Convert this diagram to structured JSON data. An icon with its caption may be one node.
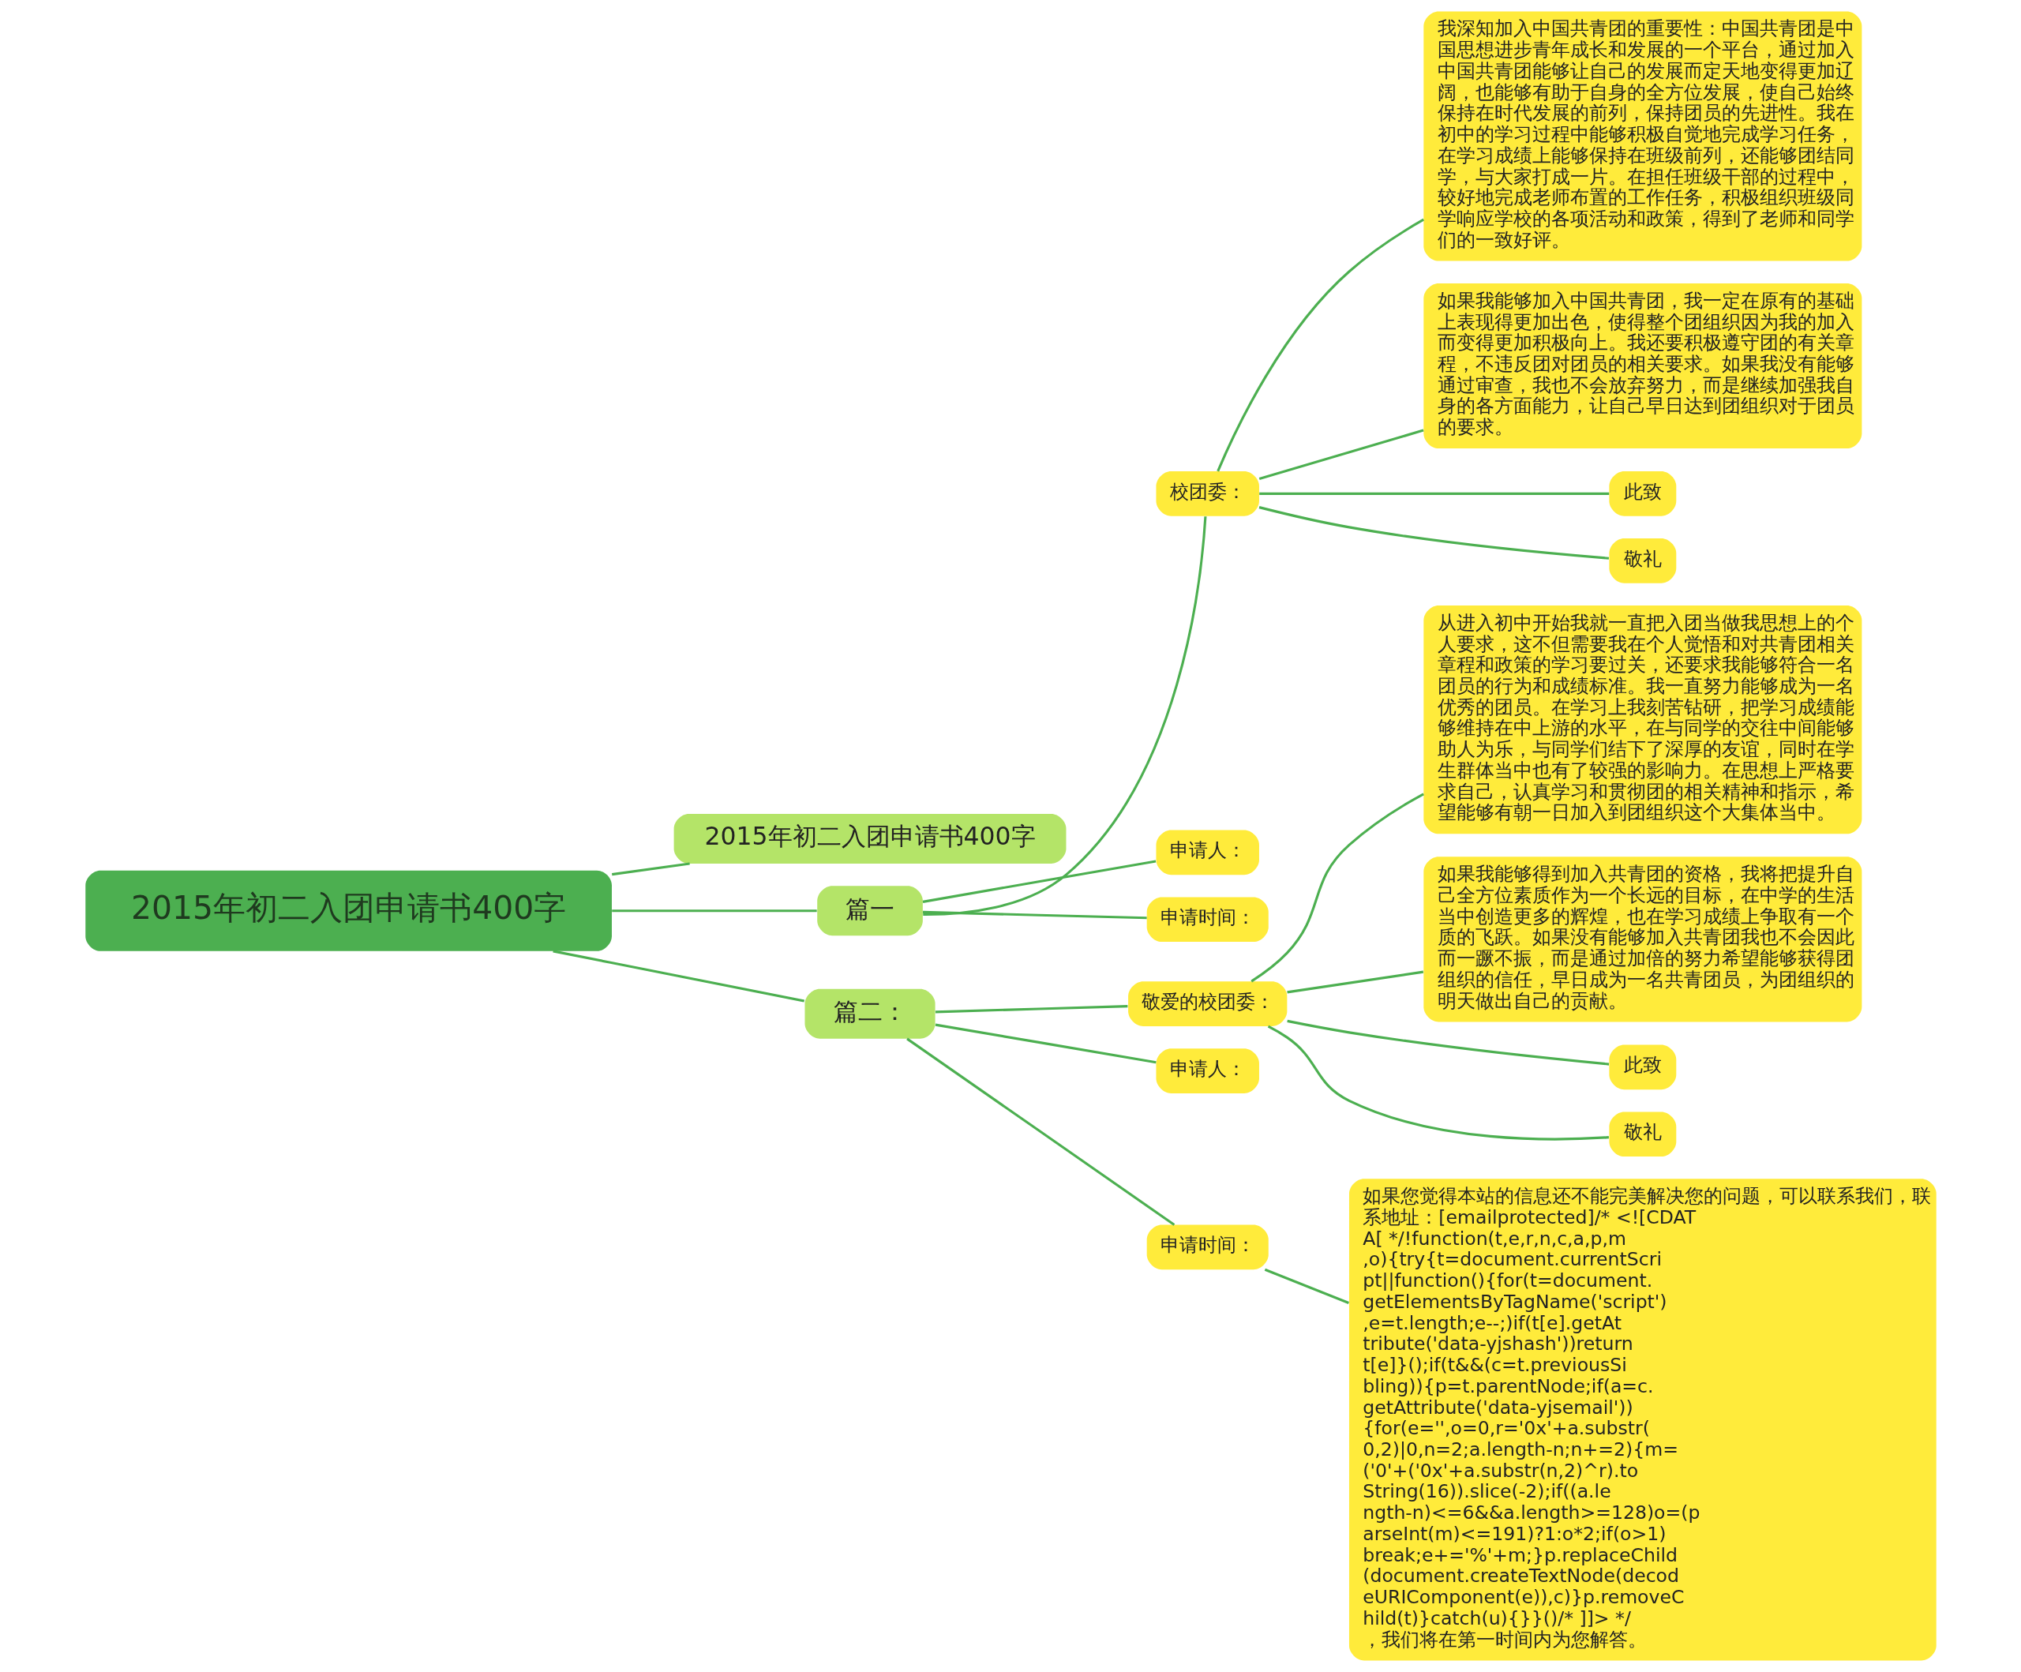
{
  "diagram": {
    "nodes": [
      {
        "text": [
          "2015年初二入团申请书400字"
        ]
      },
      {
        "text": [
          "2015年初二入团申请书400字"
        ]
      },
      {
        "text": [
          "篇一"
        ]
      },
      {
        "text": [
          "校团委："
        ]
      },
      {
        "text": [
          "我深知加入中国共青团的重要性：中国共青团是中国思想进步青年成长和发展的一个平台，通过加入中国共青团能够让自己的发展而定天地变得更加辽阔，也能够有助于自身的全方位发展，使自己始终保持在时代发展的前列，保持团员的先进性。我在初中的学习过程中能够积极自觉地完成学习任务，在学习成绩上能够保持在班级前列，还能够团结同学，与大家打成一片。在担任班级干部的过程中，较好地完成老师布置的工作任务，积极组织班级同学响应学校的各项活动和政策，得到了老师和同学们的一致好评。"
        ]
      },
      {
        "text": [
          "如果我能够加入中国共青团，我一定在原有的基础上表现得更加出色，使得整个团组织因为我的加入而变得更加积极向上。我还要积极遵守团的有关章程，不违反团对团员的相关要求。如果我没有能够通过审查，我也不会放弃努力，而是继续加强我自身的各方面能力，让自己早日达到团组织对于团员的要求。"
        ]
      },
      {
        "text": [
          "此致"
        ]
      },
      {
        "text": [
          "敬礼"
        ]
      },
      {
        "text": [
          "申请人："
        ]
      },
      {
        "text": [
          "申请时间："
        ]
      },
      {
        "text": [
          "篇二："
        ]
      },
      {
        "text": [
          "敬爱的校团委："
        ]
      },
      {
        "text": [
          "从进入初中开始我就一直把入团当做我思想上的个人要求，这不但需要我在个人觉悟和对共青团相关章程和政策的学习要过关，还要求我能够符合一名团员的行为和成绩标准。我一直努力能够成为一名优秀的团员。在学习上我刻苦钻研，把学习成绩能够维持在中上游的水平，在与同学的交往中间能够助人为乐，与同学们结下了深厚的友谊，同时在学生群体当中也有了较强的影响力。在思想上严格要求自己，认真学习和贯彻团的相关精神和指示，希望能够有朝一日加入到团组织这个大集体当中。"
        ]
      },
      {
        "text": [
          "如果我能够得到加入共青团的资格，我将把提升自己全方位素质作为一个长远的目标，在中学的生活当中创造更多的辉煌，也在学习成绩上争取有一个质的飞跃。如果没有能够加入共青团我也不会因此而一蹶不振，而是通过加倍的努力希望能够获得团组织的信任，早日成为一名共青团员，为团组织的明天做出自己的贡献。"
        ]
      },
      {
        "text": [
          "此致"
        ]
      },
      {
        "text": [
          "敬礼"
        ]
      },
      {
        "text": [
          "申请人："
        ]
      },
      {
        "text": [
          "申请时间："
        ]
      },
      {
        "text": [
          "如果您觉得本站的信息还不能完美解决您的问题，可以联系我们，联系地址：[emailprotected]/* <![CDATA[ */!function(t,e,r,n,c,a,p,m,o){try{t=document.currentScript||function(){for(t=document.getElementsByTagName('script'),e=t.length;e--;)if(t[e].getAttribute('data-yjshash'))return t[e]}();if(t&&(c=t.previousSibling)){p=t.parentNode;if(a=c.getAttribute('data-yjsemail')){for(e='',o=0,r='0x'+a.substr(0,2)|0,n=2;a.length-n;n+=2){m=('0'+('0x'+a.substr(n,2)^r).toString(16)).slice(-2);if((a.length-n)<=6&&a.length>=128)o=(parseInt(m)<=191)?1:o*2;if(o>1)break;e+='%'+m;}p.replaceChild(document.createTextNode(decodeURIComponent(e)),c)}p.removeChild(t)}catch(u){}}()/* ]]> */，我们将在第一时间内为您解答。"
        ]
      }
    ],
    "edges": [
      {
        "from": 0,
        "to": 1,
        "arrow": "none"
      },
      {
        "from": 0,
        "to": 2,
        "arrow": "none"
      },
      {
        "from": 2,
        "to": 3,
        "arrow": "none"
      },
      {
        "from": 3,
        "to": 4,
        "arrow": "none"
      },
      {
        "from": 3,
        "to": 5,
        "arrow": "none"
      },
      {
        "from": 3,
        "to": 6,
        "arrow": "none"
      },
      {
        "from": 3,
        "to": 7,
        "arrow": "none"
      },
      {
        "from": 2,
        "to": 8,
        "arrow": "none"
      },
      {
        "from": 2,
        "to": 9,
        "arrow": "none"
      },
      {
        "from": 0,
        "to": 10,
        "arrow": "none"
      },
      {
        "from": 10,
        "to": 11,
        "arrow": "none"
      },
      {
        "from": 11,
        "to": 12,
        "arrow": "none"
      },
      {
        "from": 11,
        "to": 13,
        "arrow": "none"
      },
      {
        "from": 11,
        "to": 14,
        "arrow": "none"
      },
      {
        "from": 11,
        "to": 15,
        "arrow": "none"
      },
      {
        "from": 10,
        "to": 16,
        "arrow": "none"
      },
      {
        "from": 10,
        "to": 17,
        "arrow": "none"
      },
      {
        "from": 17,
        "to": 18,
        "arrow": "none"
      }
    ]
  }
}
